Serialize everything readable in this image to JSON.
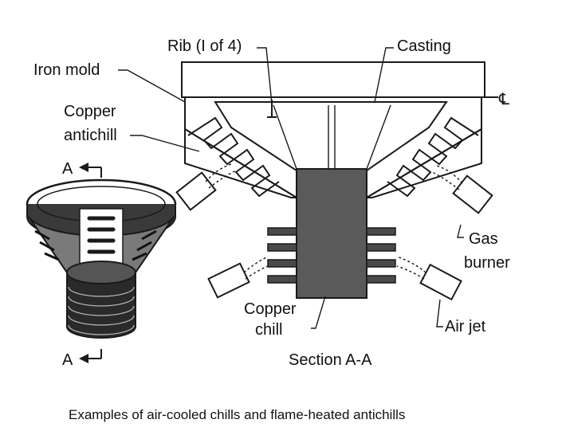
{
  "labels": {
    "rib": "Rib (I of 4)",
    "casting": "Casting",
    "iron_mold": "Iron mold",
    "copper_antichill_1": "Copper",
    "copper_antichill_2": "antichill",
    "section_mark_top": "A",
    "section_mark_bottom": "A",
    "gas_burner_1": "Gas",
    "gas_burner_2": "burner",
    "copper_chill_1": "Copper",
    "copper_chill_2": "chill",
    "air_jet": "Air jet",
    "section_title": "Section A-A",
    "centerline": "℄"
  },
  "caption": "Examples of air-cooled chills and flame-heated antichills",
  "colors": {
    "line": "#1a1a1a",
    "chill_fill": "#5a5a5a",
    "mold_fill": "#ffffff",
    "dark_part": "#2a2a2a"
  }
}
